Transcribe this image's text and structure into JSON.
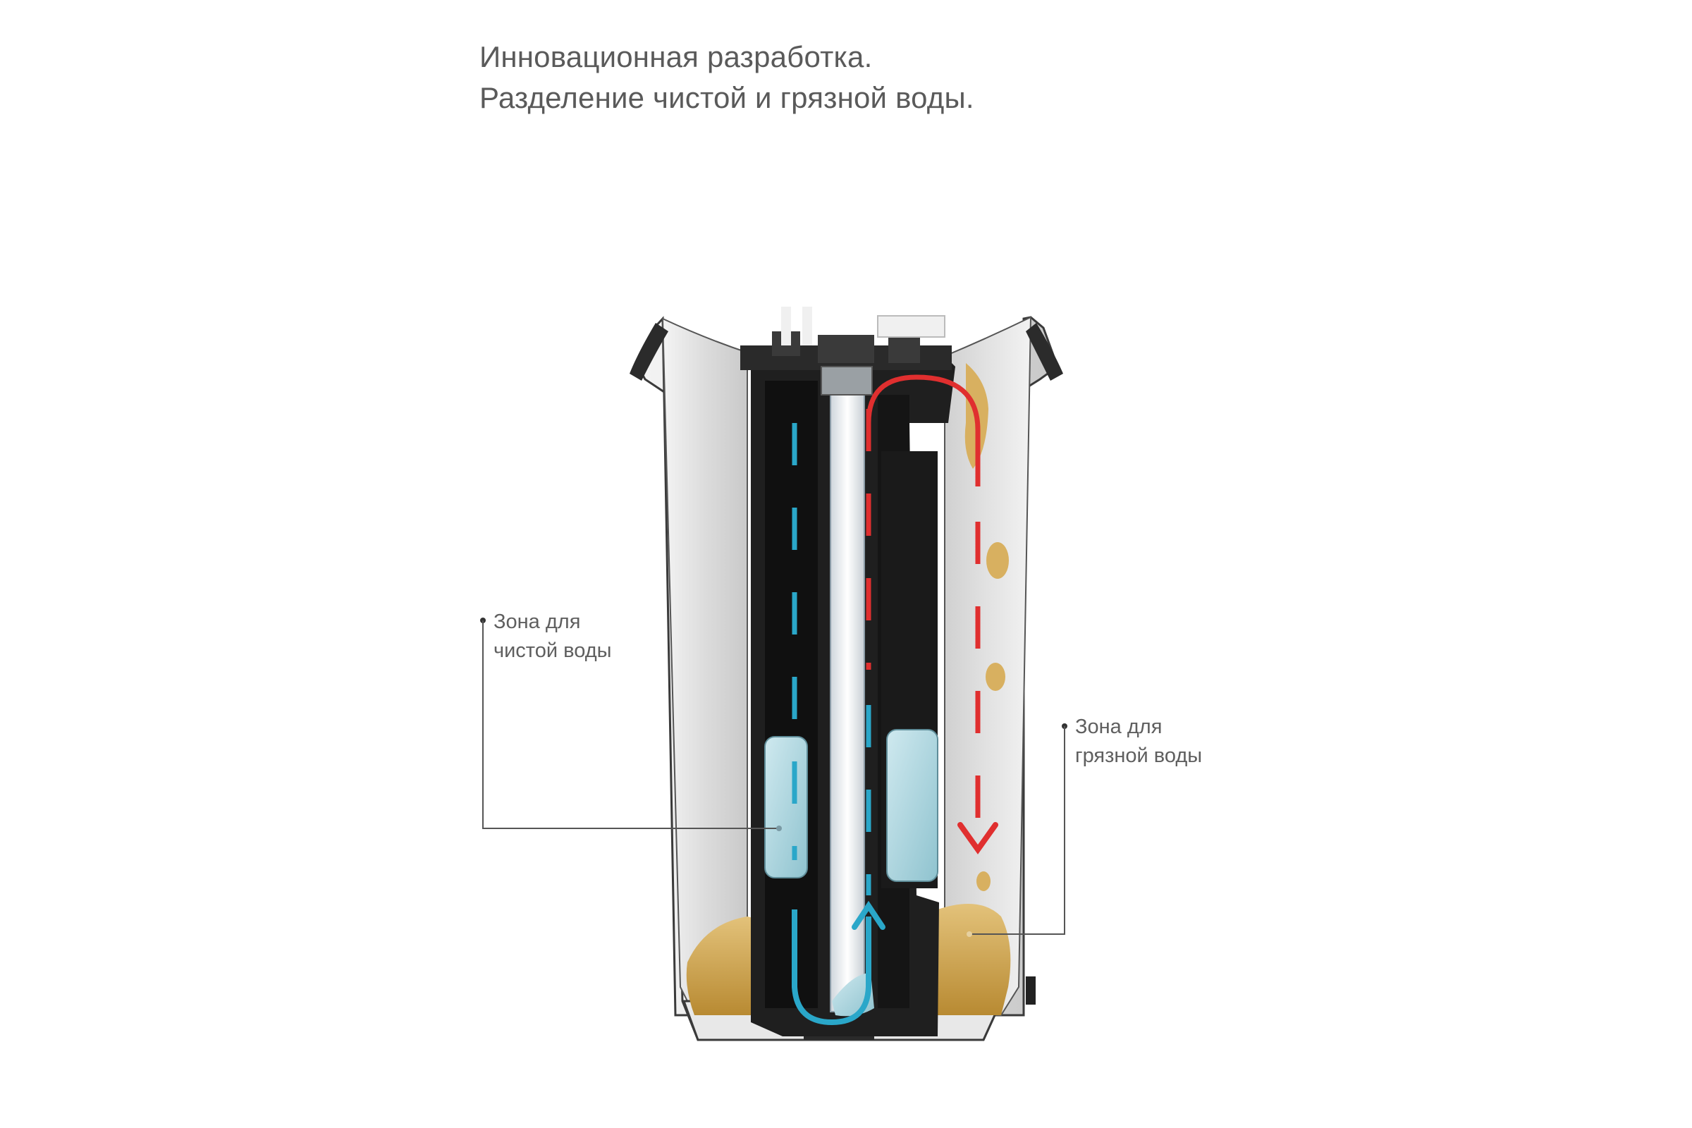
{
  "headline": {
    "line1": "Инновационная разработка.",
    "line2": "Разделение чистой и грязной воды."
  },
  "callouts": {
    "clean": {
      "line1": "Зона для",
      "line2": "чистой воды"
    },
    "dirty": {
      "line1": "Зона для",
      "line2": "грязной воды"
    }
  },
  "colors": {
    "clean_water": "#2aa7c9",
    "dirty_water": "#e02f2f",
    "dirt": "#c9a24a",
    "bucket_shell": "#e6e6e6",
    "cassette": "#1e1e1e"
  }
}
